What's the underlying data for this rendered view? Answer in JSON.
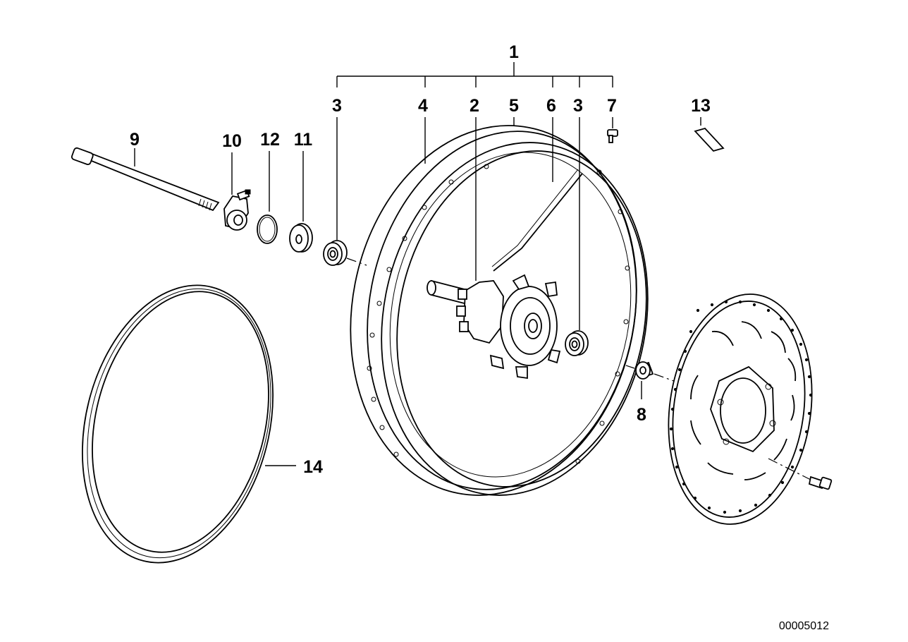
{
  "callouts": {
    "c1": "1",
    "c2": "2",
    "c3a": "3",
    "c3b": "3",
    "c4": "4",
    "c5": "5",
    "c6": "6",
    "c7": "7",
    "c8": "8",
    "c9": "9",
    "c10": "10",
    "c11": "11",
    "c12": "12",
    "c13": "13",
    "c14": "14"
  },
  "doc_number": "00005012"
}
